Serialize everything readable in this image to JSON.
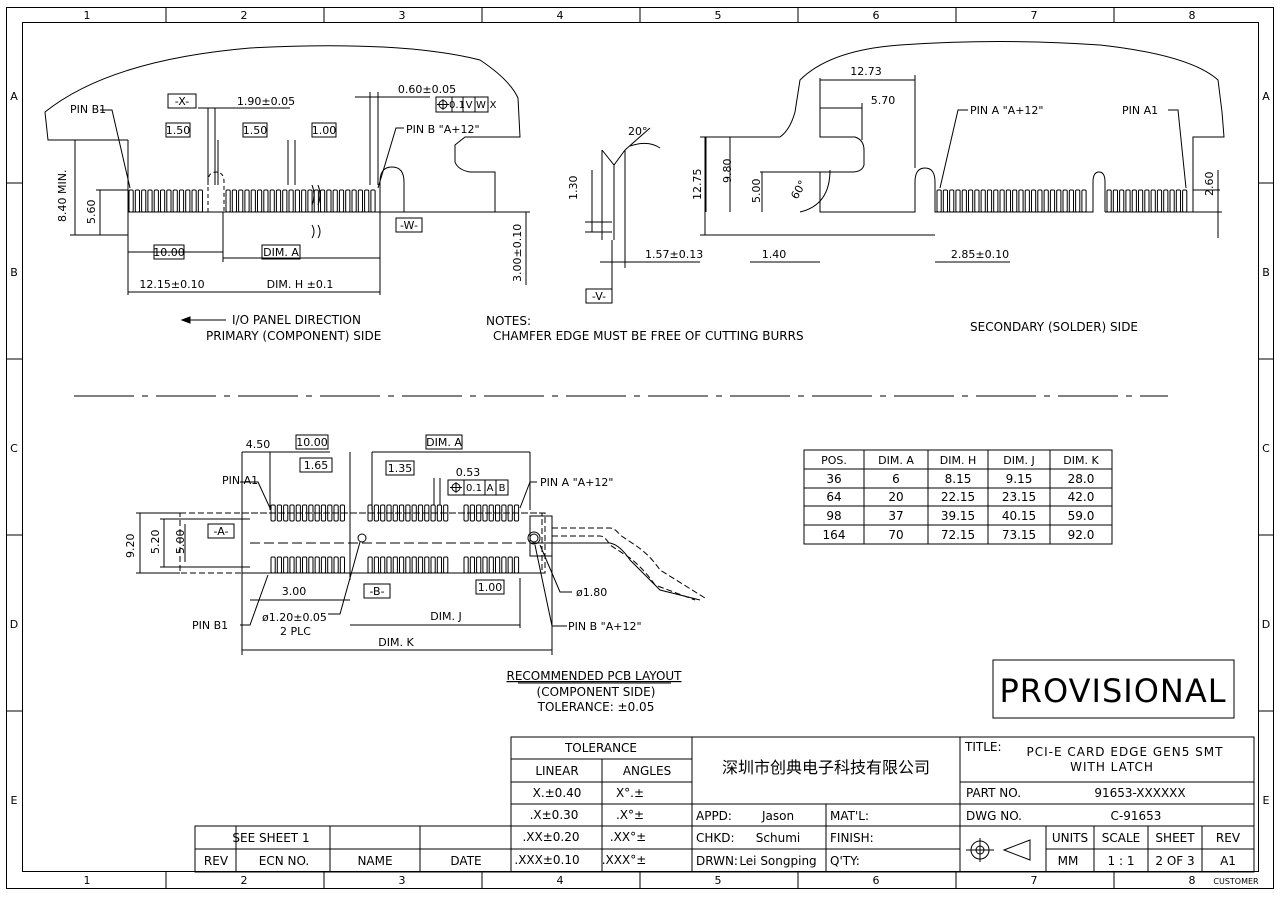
{
  "grid": {
    "columns": [
      "1",
      "2",
      "3",
      "4",
      "5",
      "6",
      "7",
      "8"
    ],
    "rows": [
      "A",
      "B",
      "C",
      "D",
      "E"
    ],
    "customer_label": "CUSTOMER"
  },
  "views": {
    "primary": {
      "pin_b1": "PIN B1",
      "pin_b_a12": "PIN B \"A+12\"",
      "datum_x": "-X-",
      "datum_w": "-W-",
      "dim_190": "1.90±0.05",
      "dim_060": "0.60±0.05",
      "fcf_tol": "0.1",
      "fcf_v": "V",
      "fcf_w": "W",
      "fcf_x": "X",
      "box_150a": "1.50",
      "box_150b": "1.50",
      "box_100": "1.00",
      "dim_840": "8.40 MIN.",
      "dim_560": "5.60",
      "box_1000": "10.00",
      "box_dima": "DIM. A",
      "dim_1215": "12.15±0.10",
      "dim_h": "DIM. H ±0.1",
      "dim_300": "3.00±0.10",
      "io_direction": "I/O PANEL DIRECTION",
      "primary_side": "PRIMARY (COMPONENT) SIDE"
    },
    "chamfer": {
      "angle": "20°",
      "dim_130": "1.30",
      "dim_157": "1.57±0.13",
      "datum_v": "-V-"
    },
    "notes": {
      "heading": "NOTES:",
      "line1": "CHAMFER EDGE MUST BE FREE OF CUTTING BURRS"
    },
    "secondary": {
      "dim_1273": "12.73",
      "dim_570": "5.70",
      "pin_a_a12": "PIN A \"A+12\"",
      "pin_a1": "PIN A1",
      "dim_1275": "12.75",
      "dim_980": "9.80",
      "dim_500": "5.00",
      "angle60": "60°",
      "dim_260": "2.60",
      "dim_140": "1.40",
      "dim_285": "2.85±0.10",
      "secondary_side": "SECONDARY (SOLDER) SIDE"
    },
    "layout": {
      "dim_450": "4.50",
      "box_1000": "10.00",
      "box_dima": "DIM. A",
      "box_165": "1.65",
      "box_135": "1.35",
      "dim_053": "0.53",
      "fcf_tol": "0.1",
      "fcf_a": "A",
      "fcf_b": "B",
      "pin_a1": "PIN A1",
      "pin_a_a12": "PIN A \"A+12\"",
      "dim_920": "9.20",
      "dim_520": "5.20",
      "dim_500": "5.00",
      "datum_a": "-A-",
      "datum_b": "-B-",
      "dim_300": "3.00",
      "box_100": "1.00",
      "dim_180": "ø1.80",
      "pin_b1": "PIN B1",
      "hole": "ø1.20±0.05",
      "hole_qty": "2 PLC",
      "dim_j": "DIM. J",
      "pin_b_a12": "PIN B \"A+12\"",
      "dim_k": "DIM. K",
      "title": "RECOMMENDED PCB LAYOUT",
      "sub": "(COMPONENT SIDE)",
      "tol": "TOLERANCE: ±0.05"
    }
  },
  "dim_table": {
    "headers": [
      "POS.",
      "DIM. A",
      "DIM. H",
      "DIM. J",
      "DIM. K"
    ],
    "rows": [
      [
        "36",
        "6",
        "8.15",
        "9.15",
        "28.0"
      ],
      [
        "64",
        "20",
        "22.15",
        "23.15",
        "42.0"
      ],
      [
        "98",
        "37",
        "39.15",
        "40.15",
        "59.0"
      ],
      [
        "164",
        "70",
        "72.15",
        "73.15",
        "92.0"
      ]
    ]
  },
  "provisional": "PROVISIONAL",
  "tolerance": {
    "heading": "TOLERANCE",
    "linear": "LINEAR",
    "angles": "ANGLES",
    "rows": [
      [
        "X.±0.40",
        "X°.±"
      ],
      [
        ".X±0.30",
        ".X°±"
      ],
      [
        ".XX±0.20",
        ".XX°±"
      ],
      [
        ".XXX±0.10",
        ".XXX°±"
      ]
    ]
  },
  "company": "深圳市创典电子科技有限公司",
  "revision_block": {
    "see_sheet": "SEE SHEET 1",
    "rev": "REV",
    "ecn": "ECN NO.",
    "name": "NAME",
    "date": "DATE"
  },
  "approvals": {
    "appd_label": "APPD:",
    "appd": "Jason",
    "chkd_label": "CHKD:",
    "chkd": "Schumi",
    "drwn_label": "DRWN:",
    "drwn": "Lei Songping",
    "matl_label": "MAT'L:",
    "finish_label": "FINISH:",
    "qty_label": "Q'TY:"
  },
  "title_block": {
    "title_label": "TITLE:",
    "title_line1": "PCI-E CARD EDGE GEN5 SMT",
    "title_line2": "WITH LATCH",
    "part_label": "PART NO.",
    "part_no": "91653-XXXXXX",
    "dwg_label": "DWG NO.",
    "dwg_no": "C-91653",
    "units_label": "UNITS",
    "units": "MM",
    "scale_label": "SCALE",
    "scale": "1 : 1",
    "sheet_label": "SHEET",
    "sheet": "2 OF 3",
    "rev_label": "REV",
    "rev": "A1"
  }
}
